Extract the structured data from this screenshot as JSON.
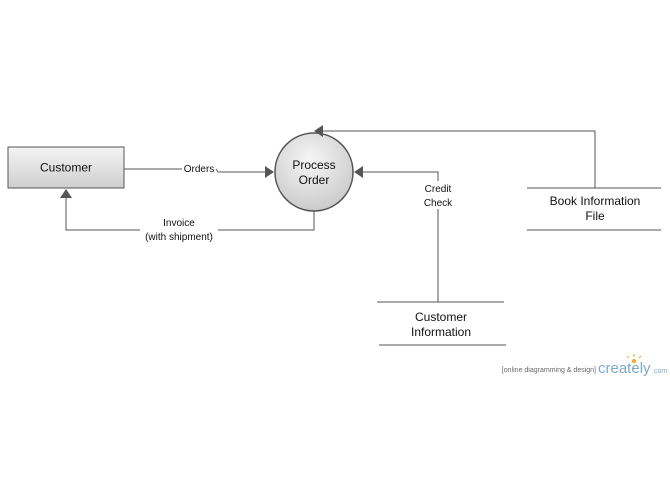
{
  "nodes": {
    "customer": {
      "label": "Customer"
    },
    "process": {
      "line1": "Process",
      "line2": "Order"
    },
    "book_store": {
      "line1": "Book Information",
      "line2": "File"
    },
    "customer_store": {
      "line1": "Customer",
      "line2": "Information"
    }
  },
  "flows": {
    "orders": {
      "label": "Orders"
    },
    "invoice": {
      "line1": "Invoice",
      "line2": "(with shipment)"
    },
    "credit": {
      "line1": "Credit",
      "line2": "Check"
    }
  },
  "watermark": {
    "tagline": "[online diagramming & design]",
    "brand": "creately",
    "tld": ".com"
  },
  "colors": {
    "line": "#555555",
    "box_fill_top": "#f4f4f4",
    "box_fill_bottom": "#cfcfcf",
    "brand": "#7fa8c9",
    "brand_accent": "#f5a623"
  }
}
